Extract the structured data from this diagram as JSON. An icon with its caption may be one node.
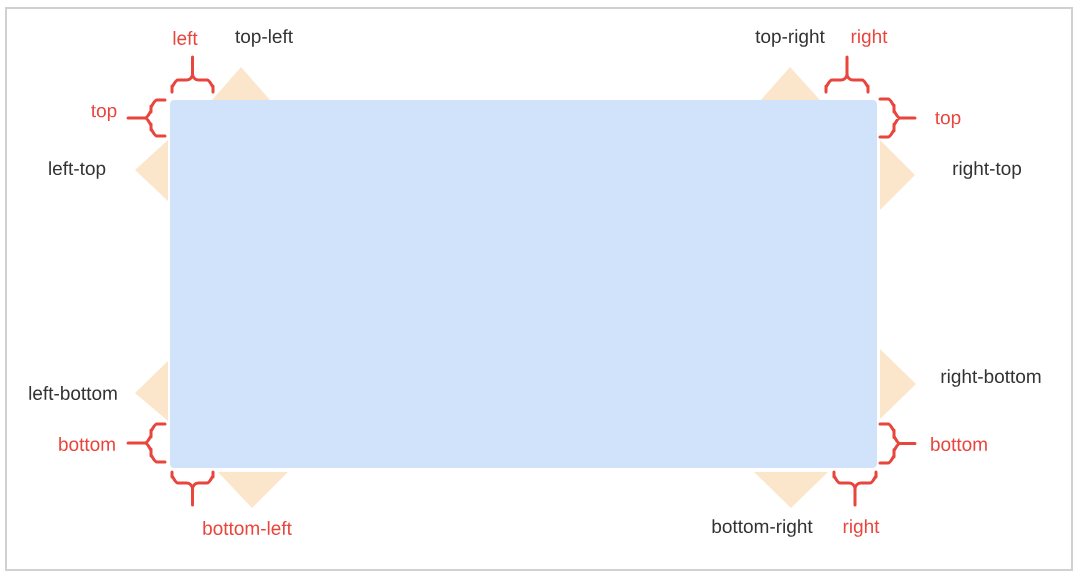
{
  "diagram": {
    "nodes": [
      {
        "text": [],
        "shape": "box"
      },
      {
        "text": [],
        "shape": "triangle"
      },
      {
        "text": [],
        "shape": "triangle"
      },
      {
        "text": [],
        "shape": "triangle"
      },
      {
        "text": [],
        "shape": "triangle"
      },
      {
        "text": [],
        "shape": "triangle"
      },
      {
        "text": [],
        "shape": "triangle"
      },
      {
        "text": [],
        "shape": "triangle"
      },
      {
        "text": [],
        "shape": "triangle"
      }
    ],
    "labels": [
      "left",
      "top-left",
      "top-right",
      "right",
      "top",
      "top",
      "left-top",
      "right-top",
      "right-bottom",
      "left-bottom",
      "bottom",
      "bottom",
      "bottom-left",
      "bottom-right",
      "right"
    ]
  }
}
